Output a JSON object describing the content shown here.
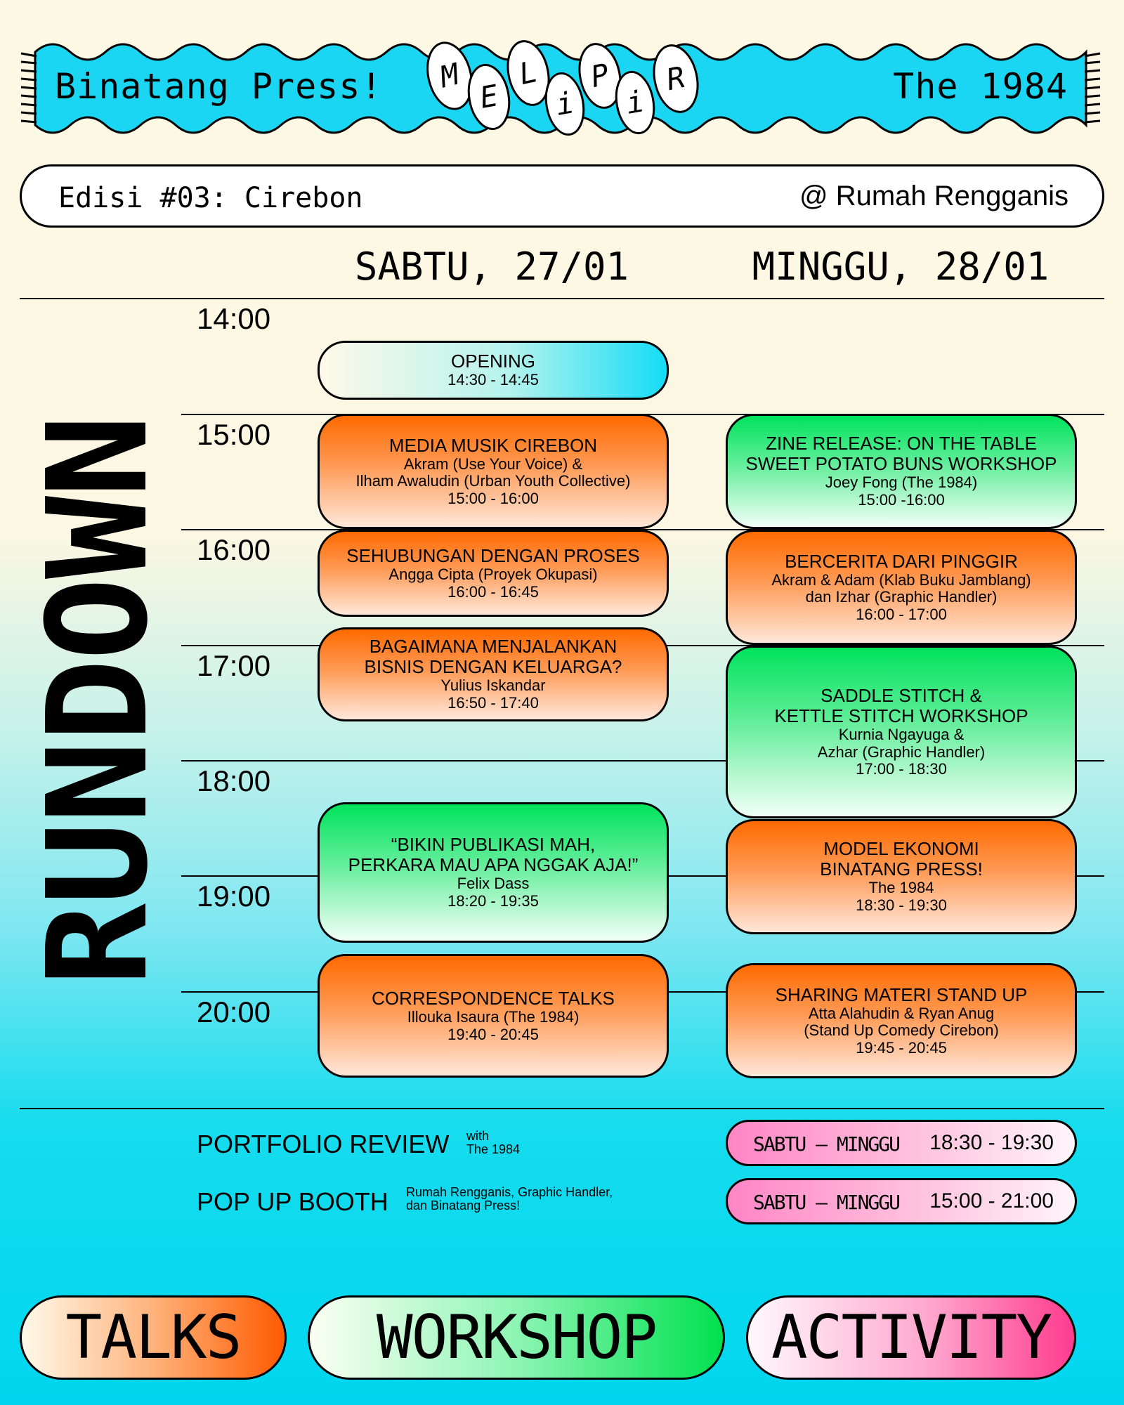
{
  "header": {
    "left": "Binatang Press!",
    "logo_letters": [
      "M",
      "E",
      "L",
      "i",
      "P",
      "i",
      "R"
    ],
    "right": "The 1984",
    "accent_color": "#1ad6f2"
  },
  "edition": {
    "label": "Edisi #03: Cirebon",
    "venue": "@ Rumah Rengganis"
  },
  "days": {
    "saturday": "SABTU, 27/01",
    "sunday": "MINGGU, 28/01"
  },
  "side_title": "RUNDOWN",
  "hours": [
    "14:00",
    "15:00",
    "16:00",
    "17:00",
    "18:00",
    "19:00",
    "20:00"
  ],
  "saturday_events": [
    {
      "title": "OPENING",
      "time": "14:30 - 14:45",
      "category": "opening"
    },
    {
      "title": "MEDIA MUSIK CIREBON",
      "speaker_1": "Akram (Use Your Voice) &",
      "speaker_2": "Ilham Awaludin (Urban Youth Collective)",
      "time": "15:00 - 16:00",
      "category": "talks"
    },
    {
      "title": "SEHUBUNGAN DENGAN PROSES",
      "speaker_1": "Angga Cipta (Proyek Okupasi)",
      "time": "16:00 - 16:45",
      "category": "talks"
    },
    {
      "title_1": "BAGAIMANA MENJALANKAN",
      "title_2": "BISNIS DENGAN KELUARGA?",
      "speaker_1": "Yulius Iskandar",
      "time": "16:50 - 17:40",
      "category": "talks"
    },
    {
      "title_1": "“BIKIN PUBLIKASI MAH,",
      "title_2": "PERKARA MAU APA NGGAK AJA!”",
      "speaker_1": "Felix Dass",
      "time": "18:20 - 19:35",
      "category": "workshop"
    },
    {
      "title": "CORRESPONDENCE TALKS",
      "speaker_1": "Illouka Isaura (The 1984)",
      "time": "19:40 - 20:45",
      "category": "talks"
    }
  ],
  "sunday_events": [
    {
      "title_1": "ZINE RELEASE: ON THE TABLE",
      "title_2": "SWEET POTATO BUNS WORKSHOP",
      "speaker_1": "Joey Fong (The 1984)",
      "time": "15:00 -16:00",
      "category": "workshop"
    },
    {
      "title": "BERCERITA DARI PINGGIR",
      "speaker_1": "Akram & Adam (Klab Buku Jamblang)",
      "speaker_2": "dan Izhar (Graphic Handler)",
      "time": "16:00 - 17:00",
      "category": "talks"
    },
    {
      "title_1": "SADDLE STITCH &",
      "title_2": "KETTLE STITCH WORKSHOP",
      "speaker_1": "Kurnia Ngayuga &",
      "speaker_2": "Azhar (Graphic Handler)",
      "time": "17:00 - 18:30",
      "category": "workshop"
    },
    {
      "title_1": "MODEL EKONOMI",
      "title_2": "BINATANG PRESS!",
      "speaker_1": "The 1984",
      "time": "18:30 - 19:30",
      "category": "talks"
    },
    {
      "title": "SHARING MATERI STAND UP",
      "speaker_1": "Atta Alahudin & Ryan Anug",
      "speaker_2": "(Stand Up Comedy Cirebon)",
      "time": "19:45 - 20:45",
      "category": "talks"
    }
  ],
  "extras": [
    {
      "title": "PORTFOLIO REVIEW",
      "note_1": "with",
      "note_2": "The 1984",
      "days": "SABTU – MINGGU",
      "time": "18:30 - 19:30"
    },
    {
      "title": "POP UP BOOTH",
      "note_1": "Rumah Rengganis, Graphic Handler,",
      "note_2": "dan Binatang Press!",
      "days": "SABTU – MINGGU",
      "time": "15:00 - 21:00"
    }
  ],
  "legend": {
    "talks": "TALKS",
    "workshop": "WORKSHOP",
    "activity": "ACTIVITY",
    "colors": {
      "talks": "#ff6a00",
      "workshop": "#00e35c",
      "activity": "#ff4f9a"
    }
  }
}
